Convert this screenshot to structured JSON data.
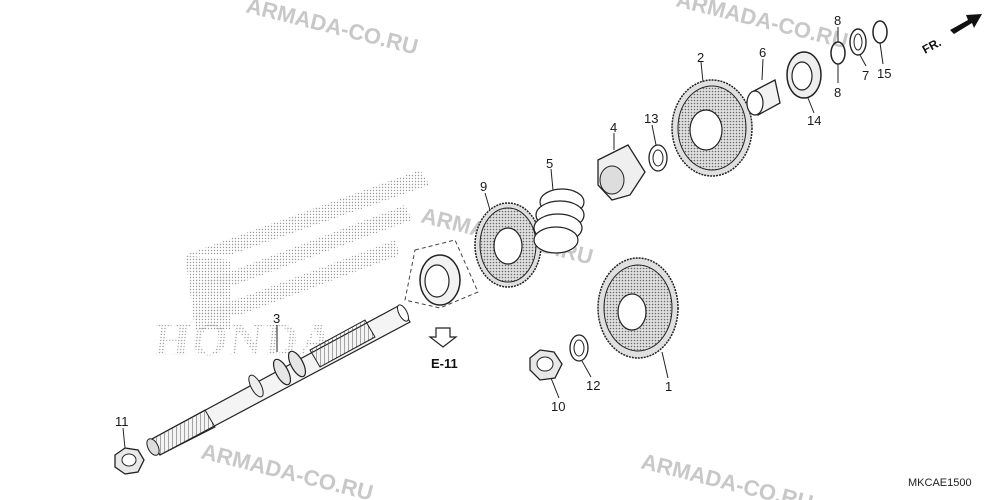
{
  "watermark": {
    "text": "ARMADA-CO.RU"
  },
  "logo": {
    "brand_text": "HONDA"
  },
  "direction": {
    "label": "FR."
  },
  "reference": {
    "label": "E-11"
  },
  "diagram_code": "MKCAE1500",
  "callouts": [
    {
      "id": "c1",
      "text": "1"
    },
    {
      "id": "c2",
      "text": "2"
    },
    {
      "id": "c3",
      "text": "3"
    },
    {
      "id": "c4",
      "text": "4"
    },
    {
      "id": "c5",
      "text": "5"
    },
    {
      "id": "c6",
      "text": "6"
    },
    {
      "id": "c7",
      "text": "7"
    },
    {
      "id": "c8a",
      "text": "8"
    },
    {
      "id": "c8b",
      "text": "8"
    },
    {
      "id": "c9",
      "text": "9"
    },
    {
      "id": "c10",
      "text": "10"
    },
    {
      "id": "c11",
      "text": "11"
    },
    {
      "id": "c12",
      "text": "12"
    },
    {
      "id": "c13",
      "text": "13"
    },
    {
      "id": "c14",
      "text": "14"
    },
    {
      "id": "c15",
      "text": "15"
    }
  ]
}
